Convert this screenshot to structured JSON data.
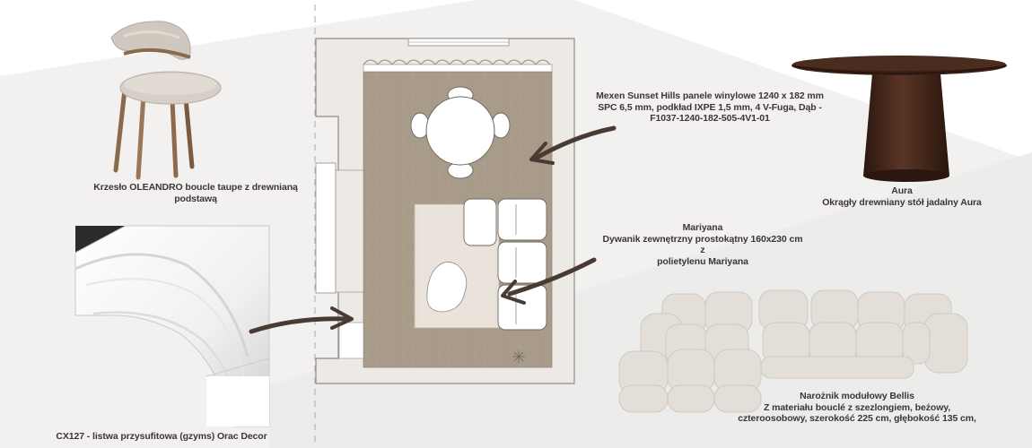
{
  "captions": {
    "chair": [
      "Krzesło OLEANDRO boucle taupe z drewnianą",
      "podstawą"
    ],
    "molding": [
      "CX127 - listwa przysufitowa (gzyms) Orac Decor"
    ],
    "flooring": [
      "Mexen Sunset Hills panele winylowe 1240 x 182 mm",
      "SPC 6,5 mm, podkład IXPE 1,5 mm, 4 V-Fuga, Dąb -",
      "F1037-1240-182-505-4V1-01"
    ],
    "table": [
      "Aura",
      "Okrągły drewniany stół jadalny Aura"
    ],
    "rug": [
      "Mariyana",
      "Dywanik zewnętrzny prostokątny 160x230 cm z",
      "polietylenu Mariyana"
    ],
    "sofa": [
      "Narożnik modułowy Bellis",
      "Z materiału bouclé z szezlongiem, beżowy,",
      "czteroosobowy, szerokość 225 cm, głębokość 135 cm,"
    ]
  },
  "colors": {
    "floor": "#a99b8a",
    "wall": "#ede9e5",
    "wall_line": "#8f8a86",
    "arrow": "#4a3a34",
    "text": "#3d3536",
    "table_wood": "#3a2218",
    "sofa_fabric": "#e3dfd8",
    "chair_fabric": "#cfc8bf"
  }
}
